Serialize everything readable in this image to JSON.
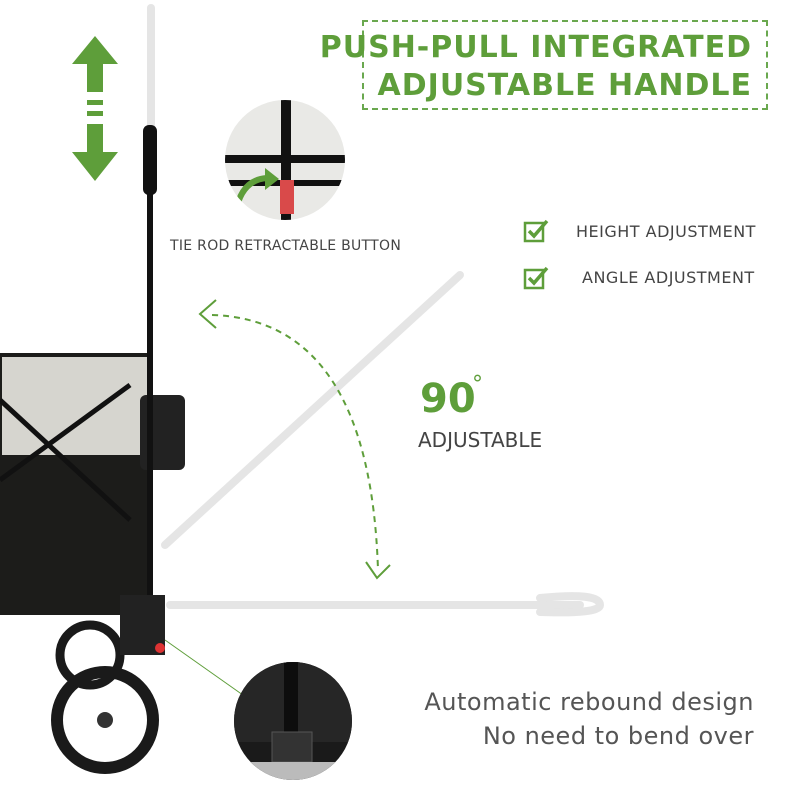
{
  "title": {
    "line1": "PUSH-PULL INTEGRATED",
    "line2": "ADJUSTABLE HANDLE"
  },
  "features": [
    {
      "label": "HEIGHT ADJUSTMENT",
      "icon": "checkbox-check-icon"
    },
    {
      "label": "ANGLE ADJUSTMENT",
      "icon": "checkbox-check-icon"
    }
  ],
  "button_caption": "TIE ROD RETRACTABLE BUTTON",
  "angle": {
    "value": "90",
    "symbol": "°",
    "label": "ADJUSTABLE"
  },
  "rebound": {
    "line1": "Automatic rebound design",
    "line2": "No need to bend over"
  },
  "colors": {
    "accent": "#5e9e3a",
    "wagon_dark": "#1c1c1a",
    "wagon_light": "#d6d5cf"
  }
}
